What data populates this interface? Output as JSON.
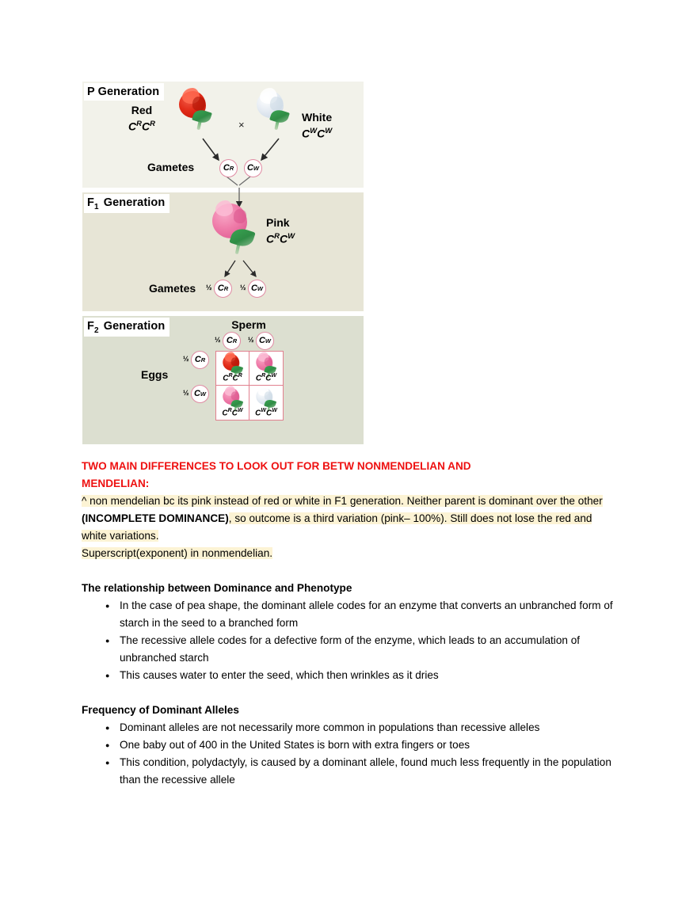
{
  "figure": {
    "p_generation": {
      "label": "P Generation",
      "label_base": "P",
      "label_sub": "",
      "parent_left": {
        "name": "Red",
        "genotype_base": "C",
        "genotype": "CᴿCᴿ",
        "allele": "R",
        "flower_color": "#e22b18"
      },
      "parent_right": {
        "name": "White",
        "genotype": "CᵂCᵂ",
        "allele": "W",
        "flower_color": "#dde6ef"
      },
      "cross_symbol": "×",
      "gametes_label": "Gametes",
      "gametes": [
        {
          "allele": "R",
          "symbol": "C",
          "fraction": ""
        },
        {
          "allele": "W",
          "symbol": "C",
          "fraction": ""
        }
      ]
    },
    "f1_generation": {
      "label_base": "F",
      "label_sub": "1",
      "label_rest": " Generation",
      "offspring": {
        "name": "Pink",
        "genotype": "CᴿCᵂ",
        "flower_color": "#ef7ca9"
      },
      "gametes_label": "Gametes",
      "gametes": [
        {
          "allele": "R",
          "symbol": "C",
          "fraction_num": "1",
          "fraction_den": "2"
        },
        {
          "allele": "W",
          "symbol": "C",
          "fraction_num": "1",
          "fraction_den": "2"
        }
      ]
    },
    "f2_generation": {
      "label_base": "F",
      "label_sub": "2",
      "label_rest": " Generation",
      "sperm_label": "Sperm",
      "eggs_label": "Eggs",
      "sperm_gametes": [
        {
          "allele": "R",
          "symbol": "C",
          "fraction_num": "1",
          "fraction_den": "2"
        },
        {
          "allele": "W",
          "symbol": "C",
          "fraction_num": "1",
          "fraction_den": "2"
        }
      ],
      "egg_gametes": [
        {
          "allele": "R",
          "symbol": "C",
          "fraction_num": "1",
          "fraction_den": "2"
        },
        {
          "allele": "W",
          "symbol": "C",
          "fraction_num": "1",
          "fraction_den": "2"
        }
      ],
      "punnett_cells": [
        {
          "genotype_symbol": "C",
          "allele1": "R",
          "allele2": "R",
          "phenotype": "red",
          "color": "#e22b18"
        },
        {
          "genotype_symbol": "C",
          "allele1": "R",
          "allele2": "W",
          "phenotype": "pink",
          "color": "#ef7ca9"
        },
        {
          "genotype_symbol": "C",
          "allele1": "R",
          "allele2": "W",
          "phenotype": "pink",
          "color": "#ef7ca9"
        },
        {
          "genotype_symbol": "C",
          "allele1": "W",
          "allele2": "W",
          "phenotype": "white",
          "color": "#dde6ef"
        }
      ]
    }
  },
  "notes": {
    "red_heading_line1": "TWO MAIN DIFFERENCES TO LOOK OUT FOR BETW NONMENDELIAN AND",
    "red_heading_line2": "MENDELIAN:",
    "red_heading_color": "#ee1111",
    "highlight_color": "#fcf3d4",
    "paragraph_part1": "^ non mendelian bc its pink instead of red or white in F1 generation. Neither parent is dominant over the other ",
    "paragraph_bold": "(INCOMPLETE DOMINANCE)",
    "paragraph_part2": ", so outcome is a third variation (pink– 100%). Still does not lose the red and white variations.",
    "paragraph_line4": "Superscript(exponent) in nonmendelian.",
    "section1": {
      "heading": "The relationship between Dominance and Phenotype",
      "bullets": [
        "In the case of pea shape, the dominant allele codes for an enzyme that converts an unbranched form of starch in the seed to a branched form",
        "The recessive allele codes for a defective form of the enzyme, which leads to an accumulation of unbranched starch",
        "This causes water to enter the seed, which then wrinkles as it dries"
      ]
    },
    "section2": {
      "heading": "Frequency of Dominant Alleles",
      "bullets": [
        "Dominant alleles are not necessarily more common in populations than recessive alleles",
        "One baby out of 400 in the United States is born with extra fingers or toes",
        "This condition, polydactyly, is caused by a dominant allele, found much less frequently in the population than the recessive allele"
      ]
    }
  }
}
